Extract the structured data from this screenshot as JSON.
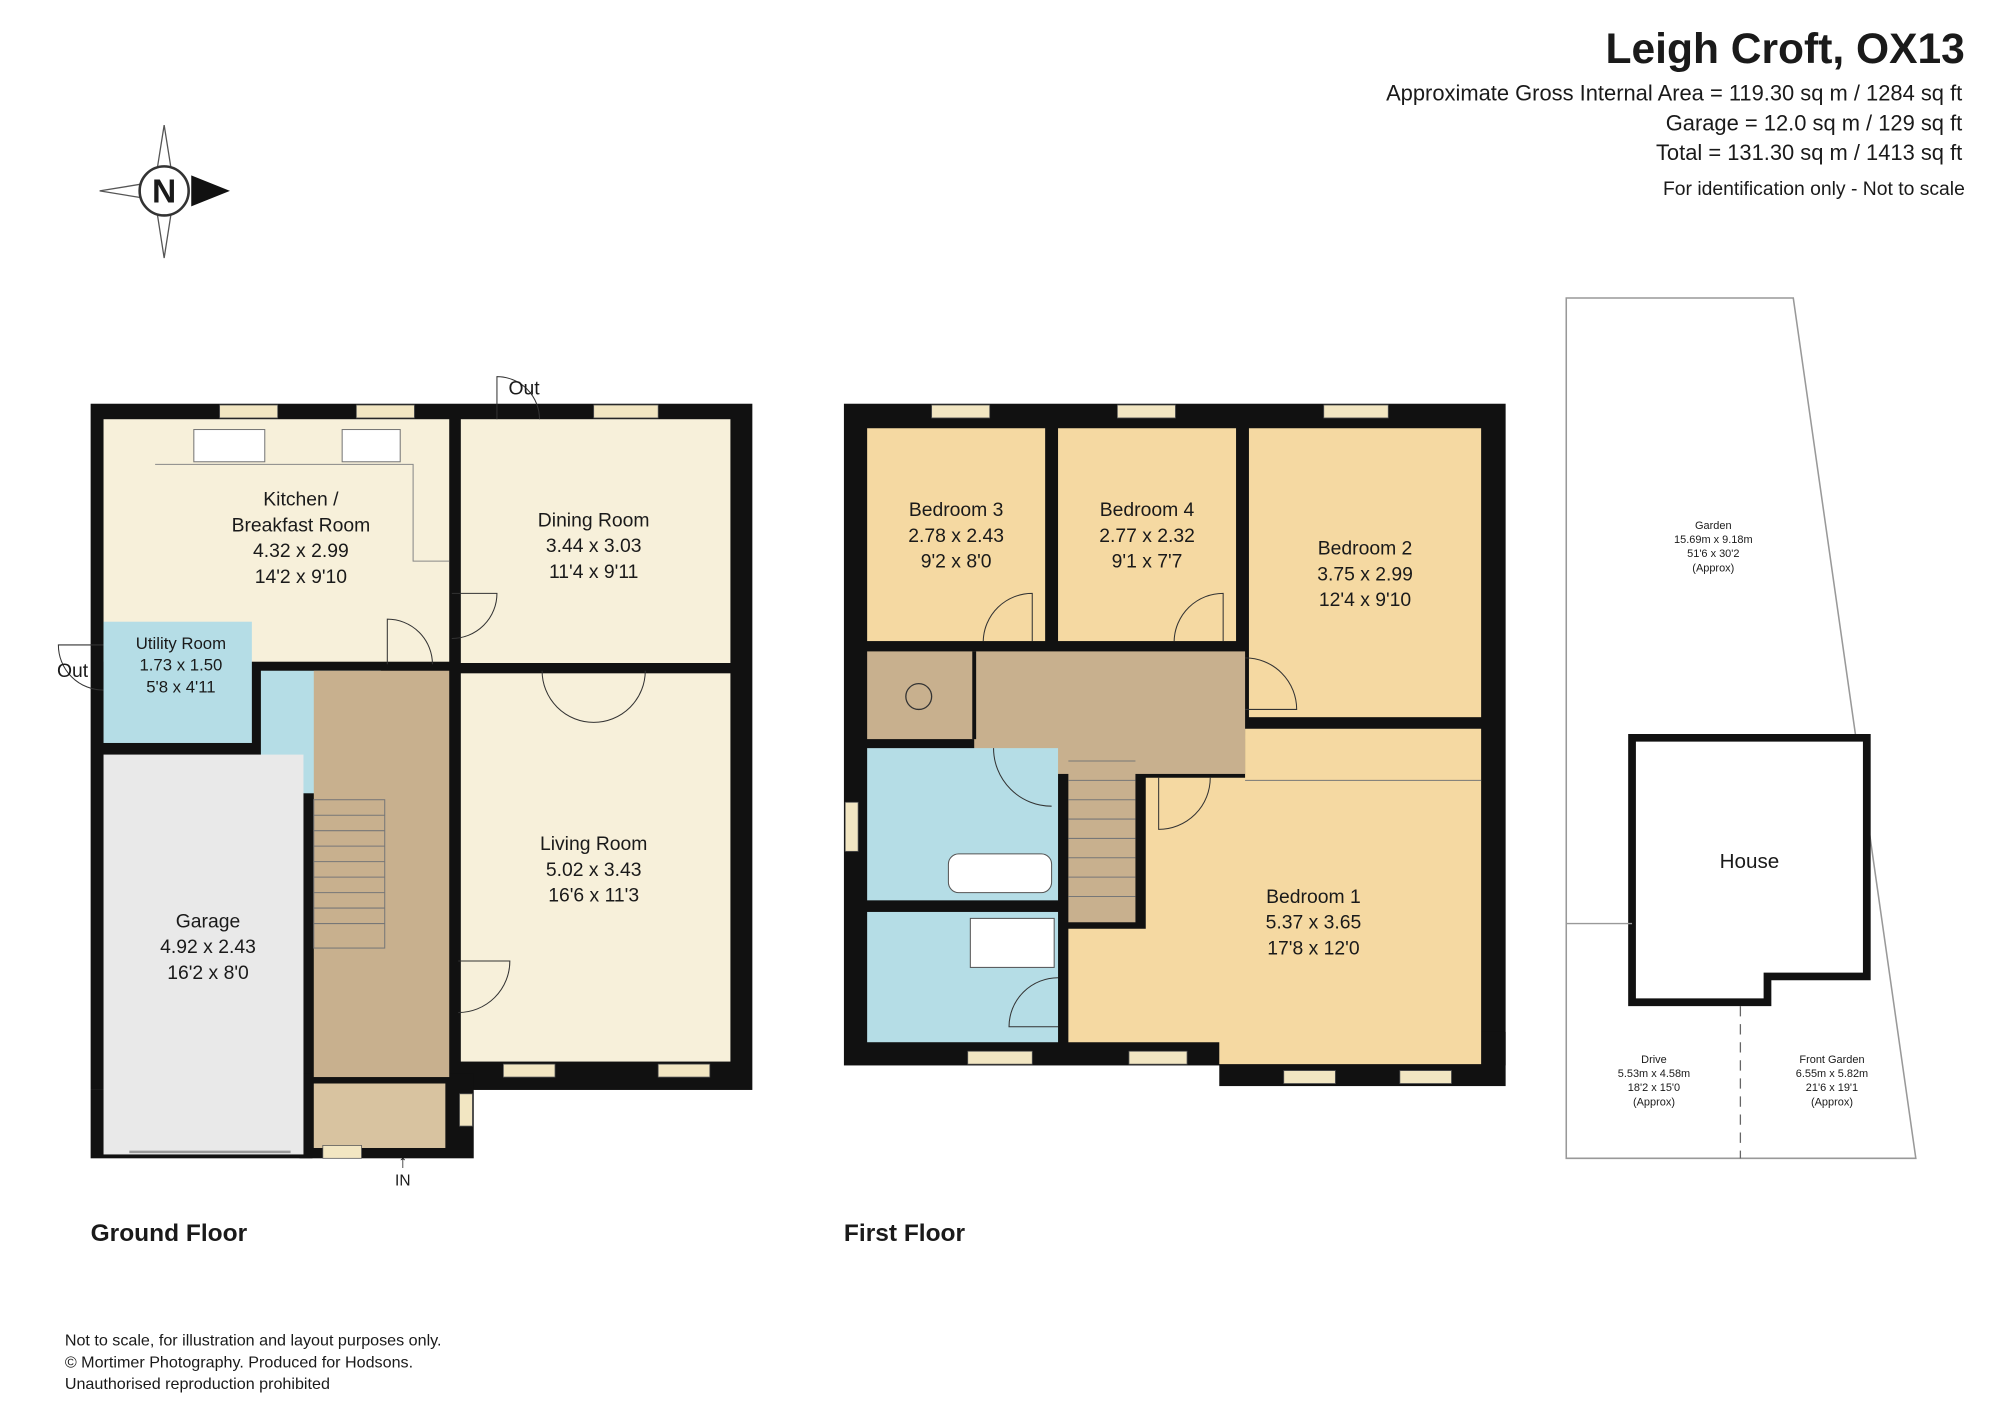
{
  "header": {
    "title": "Leigh Croft, OX13",
    "gia": "Approximate Gross Internal Area = 119.30 sq m / 1284 sq ft",
    "garage": "Garage = 12.0 sq m / 129 sq ft",
    "total": "Total = 131.30 sq m / 1413 sq ft",
    "note": "For identification only - Not to scale"
  },
  "compass": {
    "label": "N"
  },
  "ground_floor": {
    "label": "Ground Floor",
    "rooms": {
      "kitchen": {
        "name1": "Kitchen /",
        "name2": "Breakfast Room",
        "metric": "4.32 x 2.99",
        "imperial": "14'2 x 9'10"
      },
      "dining": {
        "name": "Dining Room",
        "metric": "3.44 x 3.03",
        "imperial": "11'4 x 9'11"
      },
      "utility": {
        "name": "Utility Room",
        "metric": "1.73 x 1.50",
        "imperial": "5'8 x 4'11"
      },
      "living": {
        "name": "Living Room",
        "metric": "5.02 x 3.43",
        "imperial": "16'6 x 11'3"
      },
      "garage": {
        "name": "Garage",
        "metric": "4.92 x 2.43",
        "imperial": "16'2 x 8'0"
      }
    },
    "out_top": "Out",
    "out_left": "Out",
    "entrance": "IN"
  },
  "first_floor": {
    "label": "First Floor",
    "rooms": {
      "bed3": {
        "name": "Bedroom 3",
        "metric": "2.78 x 2.43",
        "imperial": "9'2 x 8'0"
      },
      "bed4": {
        "name": "Bedroom 4",
        "metric": "2.77 x 2.32",
        "imperial": "9'1 x 7'7"
      },
      "bed2": {
        "name": "Bedroom 2",
        "metric": "3.75 x 2.99",
        "imperial": "12'4 x 9'10"
      },
      "bed1": {
        "name": "Bedroom 1",
        "metric": "5.37 x 3.65",
        "imperial": "17'8 x 12'0"
      }
    }
  },
  "site_plan": {
    "garden": {
      "name": "Garden",
      "metric": "15.69m x 9.18m",
      "imperial": "51'6 x 30'2",
      "note": "(Approx)"
    },
    "house": "House",
    "drive": {
      "name": "Drive",
      "metric": "5.53m x 4.58m",
      "imperial": "18'2 x 15'0",
      "note": "(Approx)"
    },
    "front_garden": {
      "name": "Front Garden",
      "metric": "6.55m x 5.82m",
      "imperial": "21'6 x 19'1",
      "note": "(Approx)"
    }
  },
  "footer": {
    "line1": "Not to scale, for illustration and layout purposes only.",
    "line2": "© Mortimer Photography. Produced for Hodsons.",
    "line3": "Unauthorised reproduction prohibited"
  },
  "colors": {
    "wall": "#111111",
    "cream": "#f7f0da",
    "bedroom": "#f5d9a2",
    "hall": "#c8b08e",
    "bath": "#b5dde6",
    "garage": "#e9e9e9"
  }
}
